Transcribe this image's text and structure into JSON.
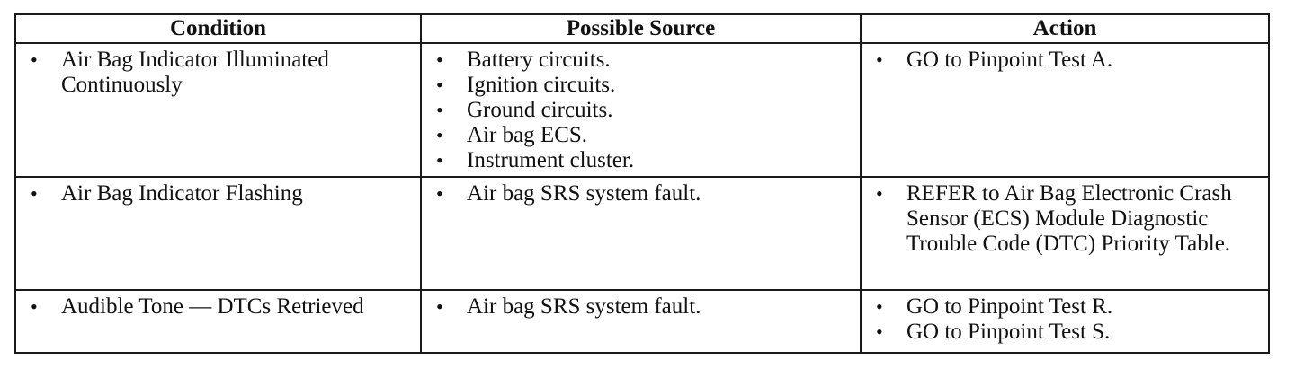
{
  "headers": {
    "condition": "Condition",
    "source": "Possible Source",
    "action": "Action"
  },
  "rows": [
    {
      "condition": [
        "Air Bag Indicator Illuminated Continuously"
      ],
      "source": [
        "Battery circuits.",
        "Ignition circuits.",
        "Ground circuits.",
        "Air bag ECS.",
        "Instrument cluster."
      ],
      "action": [
        "GO to Pinpoint Test A."
      ]
    },
    {
      "condition": [
        "Air Bag Indicator Flashing"
      ],
      "source": [
        "Air bag SRS system fault."
      ],
      "action": [
        "REFER to Air Bag Electronic Crash Sensor (ECS) Module Diagnostic Trouble Code (DTC) Priority Table."
      ]
    },
    {
      "condition": [
        "Audible Tone — DTCs Retrieved"
      ],
      "source": [
        "Air bag SRS system fault."
      ],
      "action": [
        "GO to Pinpoint Test R.",
        "GO to Pinpoint Test S."
      ]
    }
  ],
  "bullet_glyph": "•"
}
